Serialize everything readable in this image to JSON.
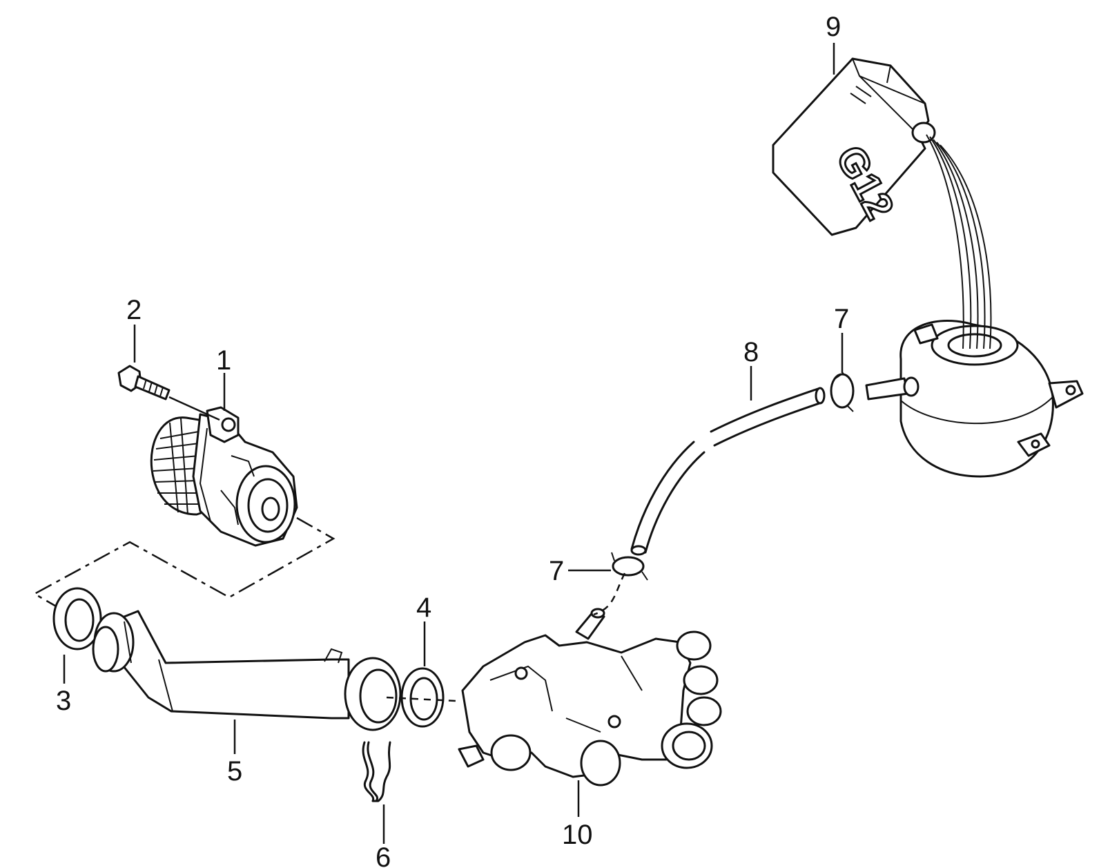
{
  "callouts": {
    "c1": "1",
    "c2": "2",
    "c3": "3",
    "c4": "4",
    "c5": "5",
    "c6": "6",
    "c7a": "7",
    "c7b": "7",
    "c8": "8",
    "c9": "9",
    "c10": "10"
  },
  "canister_label": "G12"
}
